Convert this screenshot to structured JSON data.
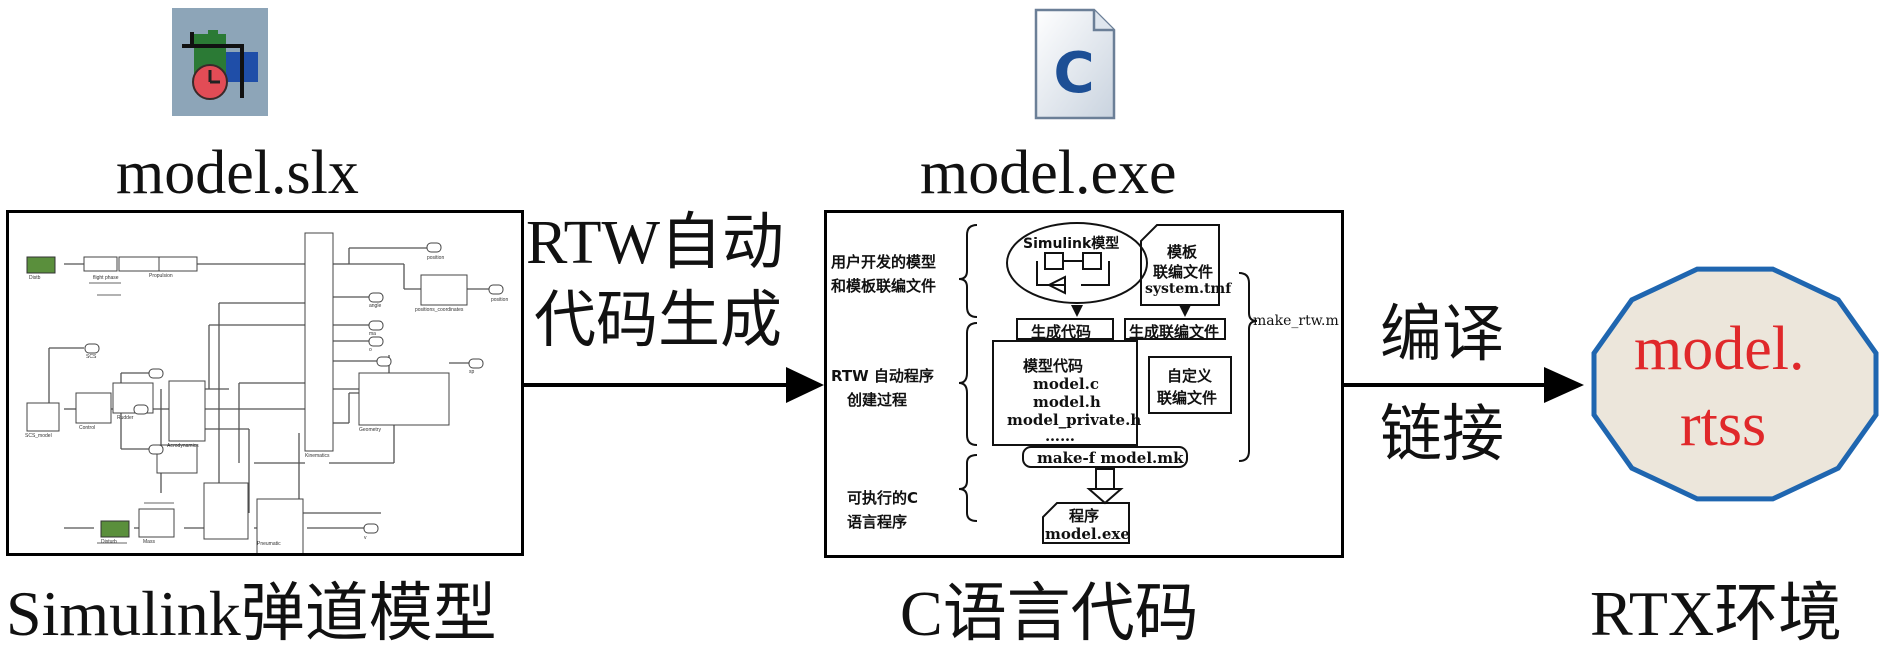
{
  "model_slx": {
    "filename": "model.slx",
    "caption": "Simulink弹道模型",
    "blocks": {
      "dist": "Distb",
      "flight_phase": "flight phase",
      "propulsion": "Propulsion",
      "kinematics": "Kinematics",
      "position": "position",
      "pos_port": "position",
      "position_coords": "positions_coordinates",
      "scs": "SCS",
      "scs_model": "SCS_model",
      "control": "Control",
      "rudder": "Rudder",
      "aerodynamics": "Aerodynamics",
      "geometry": "Geometry",
      "pneumatic": "Pneumatic",
      "disturbance": "Disturb",
      "mass": "Mass",
      "angle": "angle",
      "ma": "ma",
      "o": "o",
      "v": "v",
      "sp": "sp"
    }
  },
  "arrow1": {
    "line1": "RTW自动",
    "line2": "代码生成"
  },
  "model_exe": {
    "filename": "model.exe",
    "caption": "C语言代码",
    "icon_letter": "C",
    "flowchart": {
      "left_label_1": [
        "用户开发的模型",
        "和模板联编文件"
      ],
      "left_label_2": [
        "RTW 自动程序",
        "创建过程"
      ],
      "left_label_3": [
        "可执行的C",
        "语言程序"
      ],
      "simulink_model": "Simulink模型",
      "template": [
        "模板",
        "联编文件",
        "system.tmf"
      ],
      "gen_code": "生成代码",
      "gen_makefile": "生成联编文件",
      "model_code": [
        "模型代码",
        "model.c",
        "model.h",
        "model_private.h",
        "……"
      ],
      "custom_makefile": [
        "自定义",
        "联编文件"
      ],
      "make_rtw": "make_rtw.m",
      "make_cmd": "make-f model.mk",
      "program": [
        "程序",
        "model.exe"
      ]
    }
  },
  "arrow2": {
    "line1": "编译",
    "line2": "链接"
  },
  "model_rtss": {
    "text_line1": "model.",
    "text_line2": "rtss",
    "caption": "RTX环境",
    "colors": {
      "text": "#e0282a",
      "fill": "#ece6db",
      "stroke": "#1f66b0"
    }
  }
}
